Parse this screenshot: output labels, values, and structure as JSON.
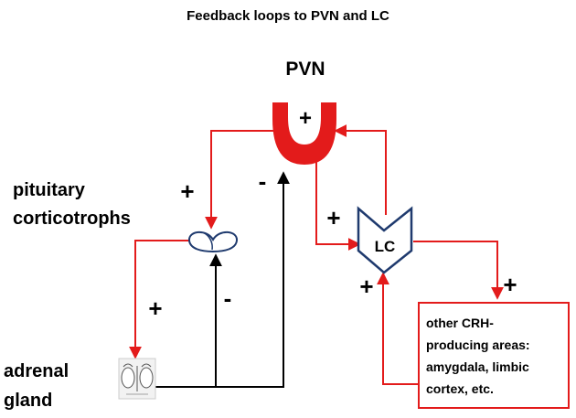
{
  "title": "Feedback loops to PVN and LC",
  "nodes": {
    "pvn": "PVN",
    "pituitary_line1": "pituitary",
    "pituitary_line2": "corticotrophs",
    "adrenal_line1": "adrenal",
    "adrenal_line2": "gland",
    "lc": "LC",
    "crh_box_lines": [
      "other CRH-",
      "producing areas:",
      "amygdala, limbic",
      "cortex, etc."
    ]
  },
  "signs": {
    "pvn_inside": "+",
    "pvn_to_pituitary": "+",
    "adrenal_to_pvn": "-",
    "pituitary_to_adrenal": "+",
    "adrenal_to_pituitary": "-",
    "pvn_to_lc": "+",
    "lc_to_crh": "+",
    "crh_to_lc": "+"
  },
  "colors": {
    "red": "#e31b1b",
    "black": "#000000",
    "navy": "#1f3a6e"
  },
  "icons": {
    "pvn": "u-shape-icon",
    "pituitary": "heart-shape-icon",
    "lc": "chevron-shape-icon",
    "adrenal": "adrenal-gland-icon"
  }
}
